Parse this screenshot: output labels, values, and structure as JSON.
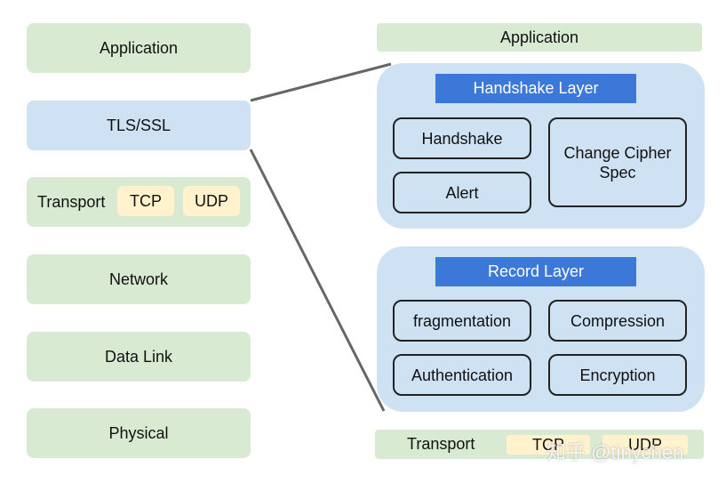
{
  "osi_stack": {
    "application": "Application",
    "tls": "TLS/SSL",
    "transport": "Transport",
    "tcp": "TCP",
    "udp": "UDP",
    "network": "Network",
    "data_link": "Data Link",
    "physical": "Physical"
  },
  "detail": {
    "application": "Application",
    "handshake_layer": {
      "title": "Handshake Layer",
      "handshake": "Handshake",
      "alert": "Alert",
      "change_cipher_spec": "Change Cipher Spec"
    },
    "record_layer": {
      "title": "Record Layer",
      "fragmentation": "fragmentation",
      "compression": "Compression",
      "authentication": "Authentication",
      "encryption": "Encryption"
    },
    "transport": "Transport",
    "tcp": "TCP",
    "udp": "UDP"
  },
  "watermark": "知乎 @tinychen",
  "colors": {
    "green_box": "#d9ead3",
    "blue_box": "#cfe2f3",
    "header_blue": "#3c78d8",
    "protocol_tan": "#fff2cc",
    "connector": "#666666"
  }
}
